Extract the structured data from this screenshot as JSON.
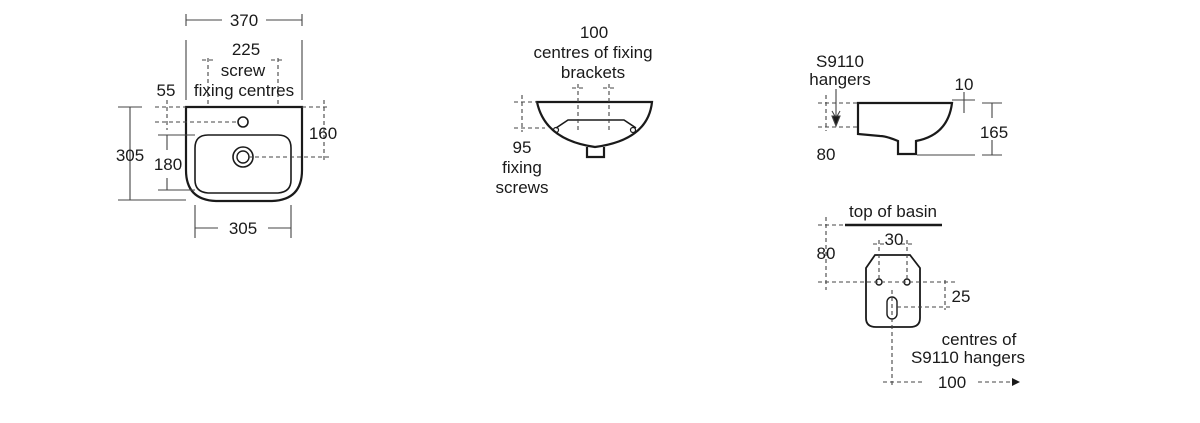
{
  "front_view": {
    "overall_width": "370",
    "screw_centres_value": "225",
    "screw_label_1": "screw",
    "screw_label_2": "fixing centres",
    "tap_hole_offset": "55",
    "waste_height": "160",
    "overall_depth": "305",
    "bowl_depth": "180",
    "bowl_width": "305"
  },
  "rear_view": {
    "bracket_centres": "100",
    "bracket_label_1": "centres of fixing",
    "bracket_label_2": "brackets",
    "screw_height": "95",
    "screw_label_1": "fixing",
    "screw_label_2": "screws"
  },
  "side_view": {
    "hanger_label_1": "S9110",
    "hanger_label_2": "hangers",
    "rim": "10",
    "height": "165",
    "hanger_drop": "80"
  },
  "hanger_detail": {
    "top_label": "top of basin",
    "hole_spacing": "30",
    "drop": "80",
    "slot_offset": "25",
    "centres_label_1": "centres of",
    "centres_label_2": "S9110 hangers",
    "centres_value": "100"
  }
}
